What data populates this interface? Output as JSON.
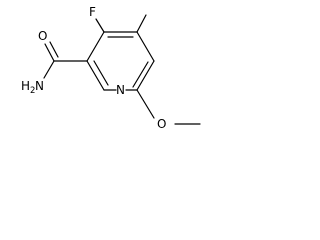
{
  "molecule": {
    "atoms": {
      "fluorine": "F",
      "amide_oxygen": "O",
      "amide_nitrogen_h": "H",
      "amide_nitrogen_sub": "2",
      "amide_nitrogen": "N",
      "ring_nitrogen": "N",
      "methoxy_oxygen": "O"
    }
  }
}
